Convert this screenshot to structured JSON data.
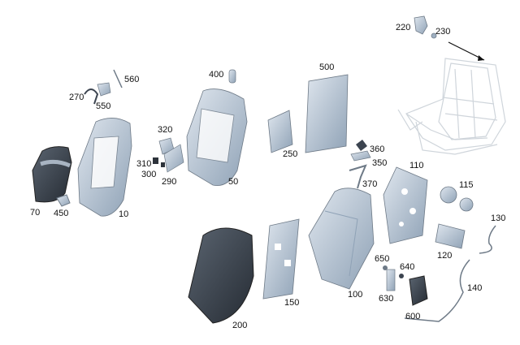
{
  "labels": {
    "p10": "10",
    "p50": "50",
    "p70": "70",
    "p100": "100",
    "p110": "110",
    "p115": "115",
    "p120": "120",
    "p130": "130",
    "p140": "140",
    "p150": "150",
    "p200": "200",
    "p220": "220",
    "p230": "230",
    "p250": "250",
    "p270": "270",
    "p290": "290",
    "p300": "300",
    "p310": "310",
    "p320": "320",
    "p350": "350",
    "p360": "360",
    "p370": "370",
    "p400": "400",
    "p450": "450",
    "p500": "500",
    "p550": "550",
    "p560": "560",
    "p600": "600",
    "p630": "630",
    "p640": "640",
    "p650": "650"
  },
  "colors": {
    "part_fill": "#c9d3de",
    "part_shade": "#9fb0c2",
    "part_dark": "#3c4450",
    "outline": "#6e7a87",
    "ghost": "#dfe3e7"
  }
}
